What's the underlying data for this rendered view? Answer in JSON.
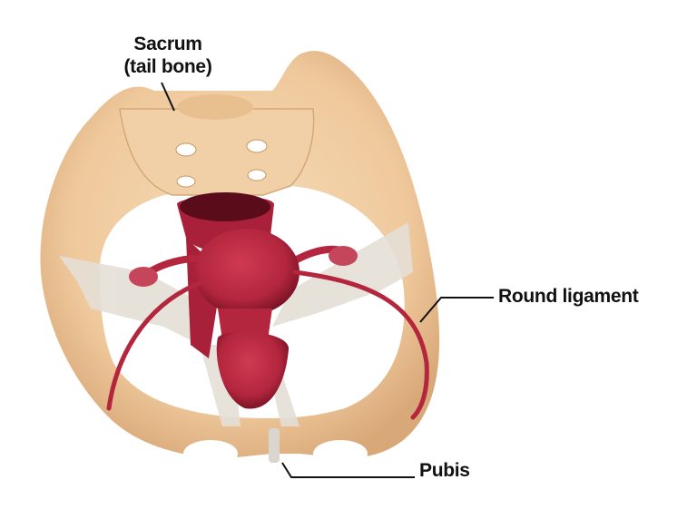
{
  "labels": {
    "sacrum_line1": "Sacrum",
    "sacrum_line2": "(tail bone)",
    "round_ligament": "Round ligament",
    "pubis": "Pubis"
  },
  "colors": {
    "bone": "#efc99c",
    "bone_shadow": "#d9a878",
    "uterus": "#b3263d",
    "uterus_dark": "#7c1326",
    "ligament": "#e4dfd6",
    "leader_line": "#111111"
  }
}
